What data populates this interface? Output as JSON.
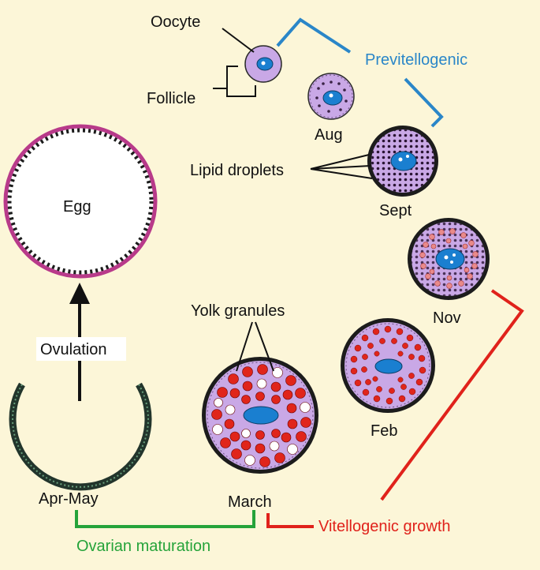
{
  "labels": {
    "oocyte": "Oocyte",
    "follicle": "Follicle",
    "previtellogenic": "Previtellogenic",
    "aug": "Aug",
    "lipid_droplets": "Lipid droplets",
    "sept": "Sept",
    "egg": "Egg",
    "nov": "Nov",
    "yolk_granules": "Yolk granules",
    "ovulation": "Ovulation",
    "feb": "Feb",
    "apr_may": "Apr-May",
    "march": "March",
    "vitellogenic_growth": "Vitellogenic growth",
    "ovarian_maturation": "Ovarian maturation"
  },
  "colors": {
    "background": "#fcf6d8",
    "previtellogenic_bracket": "#2a86c8",
    "vitellogenic_bracket": "#e0221b",
    "maturation_bracket": "#25a33a",
    "cytoplasm": "#c9a8e6",
    "nucleus": "#1a7fd0",
    "yolk_granule": "#e0251b",
    "egg_envelope": "#b83a8a",
    "follicle_wall": "#111111"
  }
}
